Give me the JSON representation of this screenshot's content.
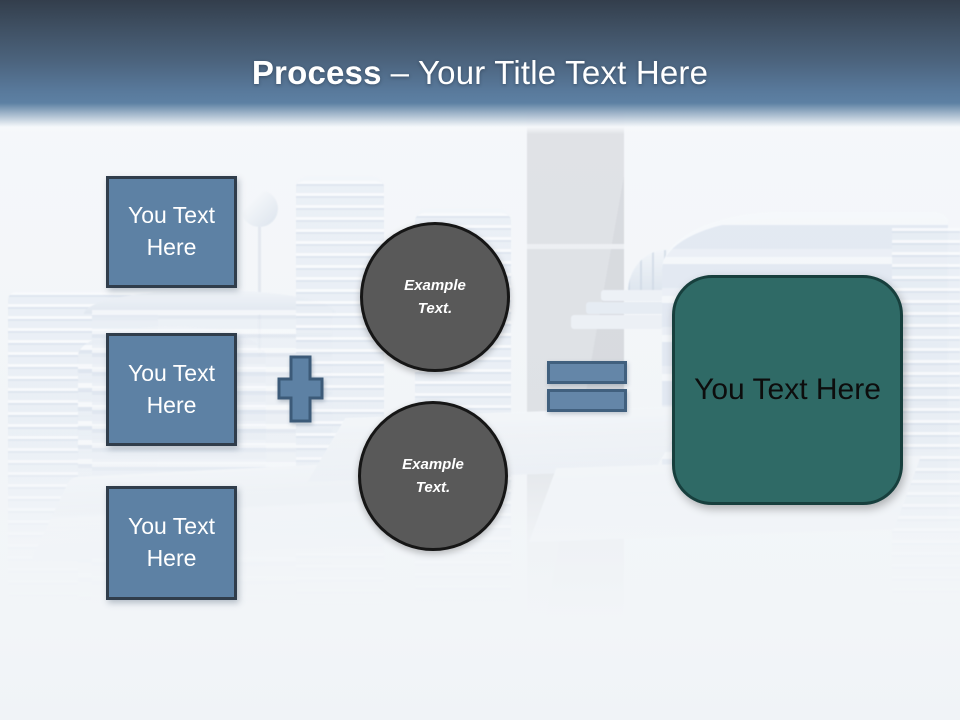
{
  "title": {
    "primary": "Process",
    "secondary": "– Your Title Text Here"
  },
  "input_boxes": [
    {
      "label": "You Text Here"
    },
    {
      "label": "You Text Here"
    },
    {
      "label": "You Text Here"
    }
  ],
  "circles": [
    {
      "label": "Example Text."
    },
    {
      "label": "Example Text."
    }
  ],
  "result_box": {
    "label": "You Text Here"
  },
  "icons": {
    "plus": "plus-icon",
    "equals": "equals-icon"
  },
  "colors": {
    "header_top": "#333e4c",
    "header_blue": "#5d80a3",
    "shape_blue": "#5d81a4",
    "shape_blue_border": "#303d4b",
    "operator_fill": "#6486a8",
    "operator_border": "#41607e",
    "circle_fill": "#595959",
    "circle_border": "#161616",
    "teal_fill": "#2f6a66",
    "teal_border": "#173f3d",
    "title_text": "#ffffff",
    "result_text": "#0d0d0d"
  }
}
